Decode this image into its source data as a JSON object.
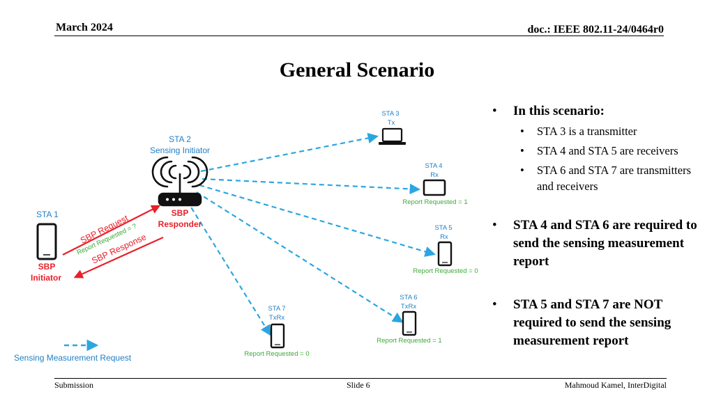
{
  "header": {
    "date": "March 2024",
    "doc": "doc.: IEEE 802.11-24/0464r0"
  },
  "title": "General Scenario",
  "diagram": {
    "sta1": {
      "label": "STA 1",
      "role_line1": "SBP",
      "role_line2": "Initiator"
    },
    "sta2": {
      "label": "STA 2",
      "sublabel": "Sensing Initiator",
      "role_line1": "SBP",
      "role_line2": "Responder"
    },
    "sta3": {
      "label": "STA 3",
      "mode": "Tx"
    },
    "sta4": {
      "label": "STA 4",
      "mode": "Rx",
      "report": "Report Requested = 1"
    },
    "sta5": {
      "label": "STA 5",
      "mode": "Rx",
      "report": "Report Requested = 0"
    },
    "sta6": {
      "label": "STA 6",
      "mode": "TxRx",
      "report": "Report Requested = 1"
    },
    "sta7": {
      "label": "STA 7",
      "mode": "TxRx",
      "report": "Report Requested = 0"
    },
    "messages": {
      "request": "SBP Request",
      "report_requested": "Report Requested = ?",
      "response": "SBP Response"
    },
    "legend": "Sensing Measurement Request",
    "colors": {
      "arrow_blue": "#2aa6e0",
      "sbp_red": "#e8202a",
      "label_blue": "#1f7fc4",
      "report_green": "#3aaa35"
    }
  },
  "bullets": [
    {
      "text": "In this scenario:",
      "sub": [
        "STA 3 is a transmitter",
        "STA 4 and STA 5 are receivers",
        "STA 6 and STA 7 are transmitters and receivers"
      ]
    },
    {
      "text": "STA 4 and STA 6 are required to send the sensing measurement report"
    },
    {
      "text": "STA 5 and STA 7 are NOT required to send the sensing measurement report"
    }
  ],
  "footer": {
    "left": "Submission",
    "center": "Slide 6",
    "right": "Mahmoud Kamel, InterDigital"
  }
}
